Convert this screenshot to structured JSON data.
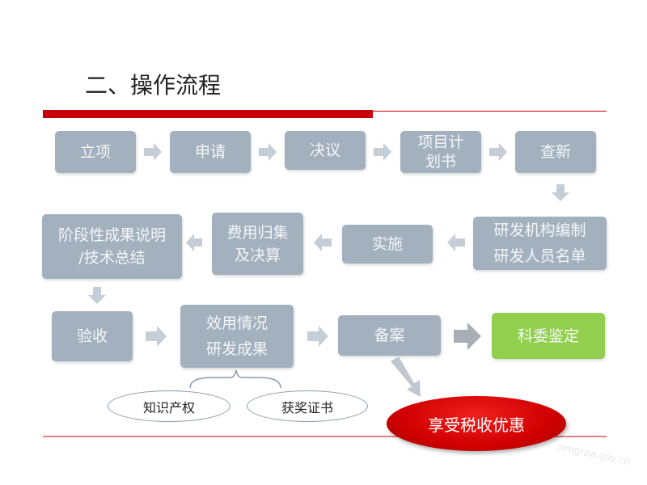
{
  "title": "二、操作流程",
  "row1": [
    "立项",
    "申请",
    "决议",
    "项目计\n划书",
    "查新"
  ],
  "row2": [
    "研发机构编制\n研发人员名单",
    "实施",
    "费用归集\n及决算",
    "阶段性成果说明\n/技术总结"
  ],
  "row3": [
    "验收",
    "效用情况\n研发成果",
    "备案",
    "科委鉴定"
  ],
  "outputs": [
    "知识产权",
    "获奖证书"
  ],
  "benefit": "享受税收优惠",
  "watermark": "nmgrzw.gov.cn",
  "colors": {
    "box": "#a3b0be",
    "green": "#92cf4e",
    "red": "#cc0000",
    "arrow": "#c5cdd6"
  }
}
